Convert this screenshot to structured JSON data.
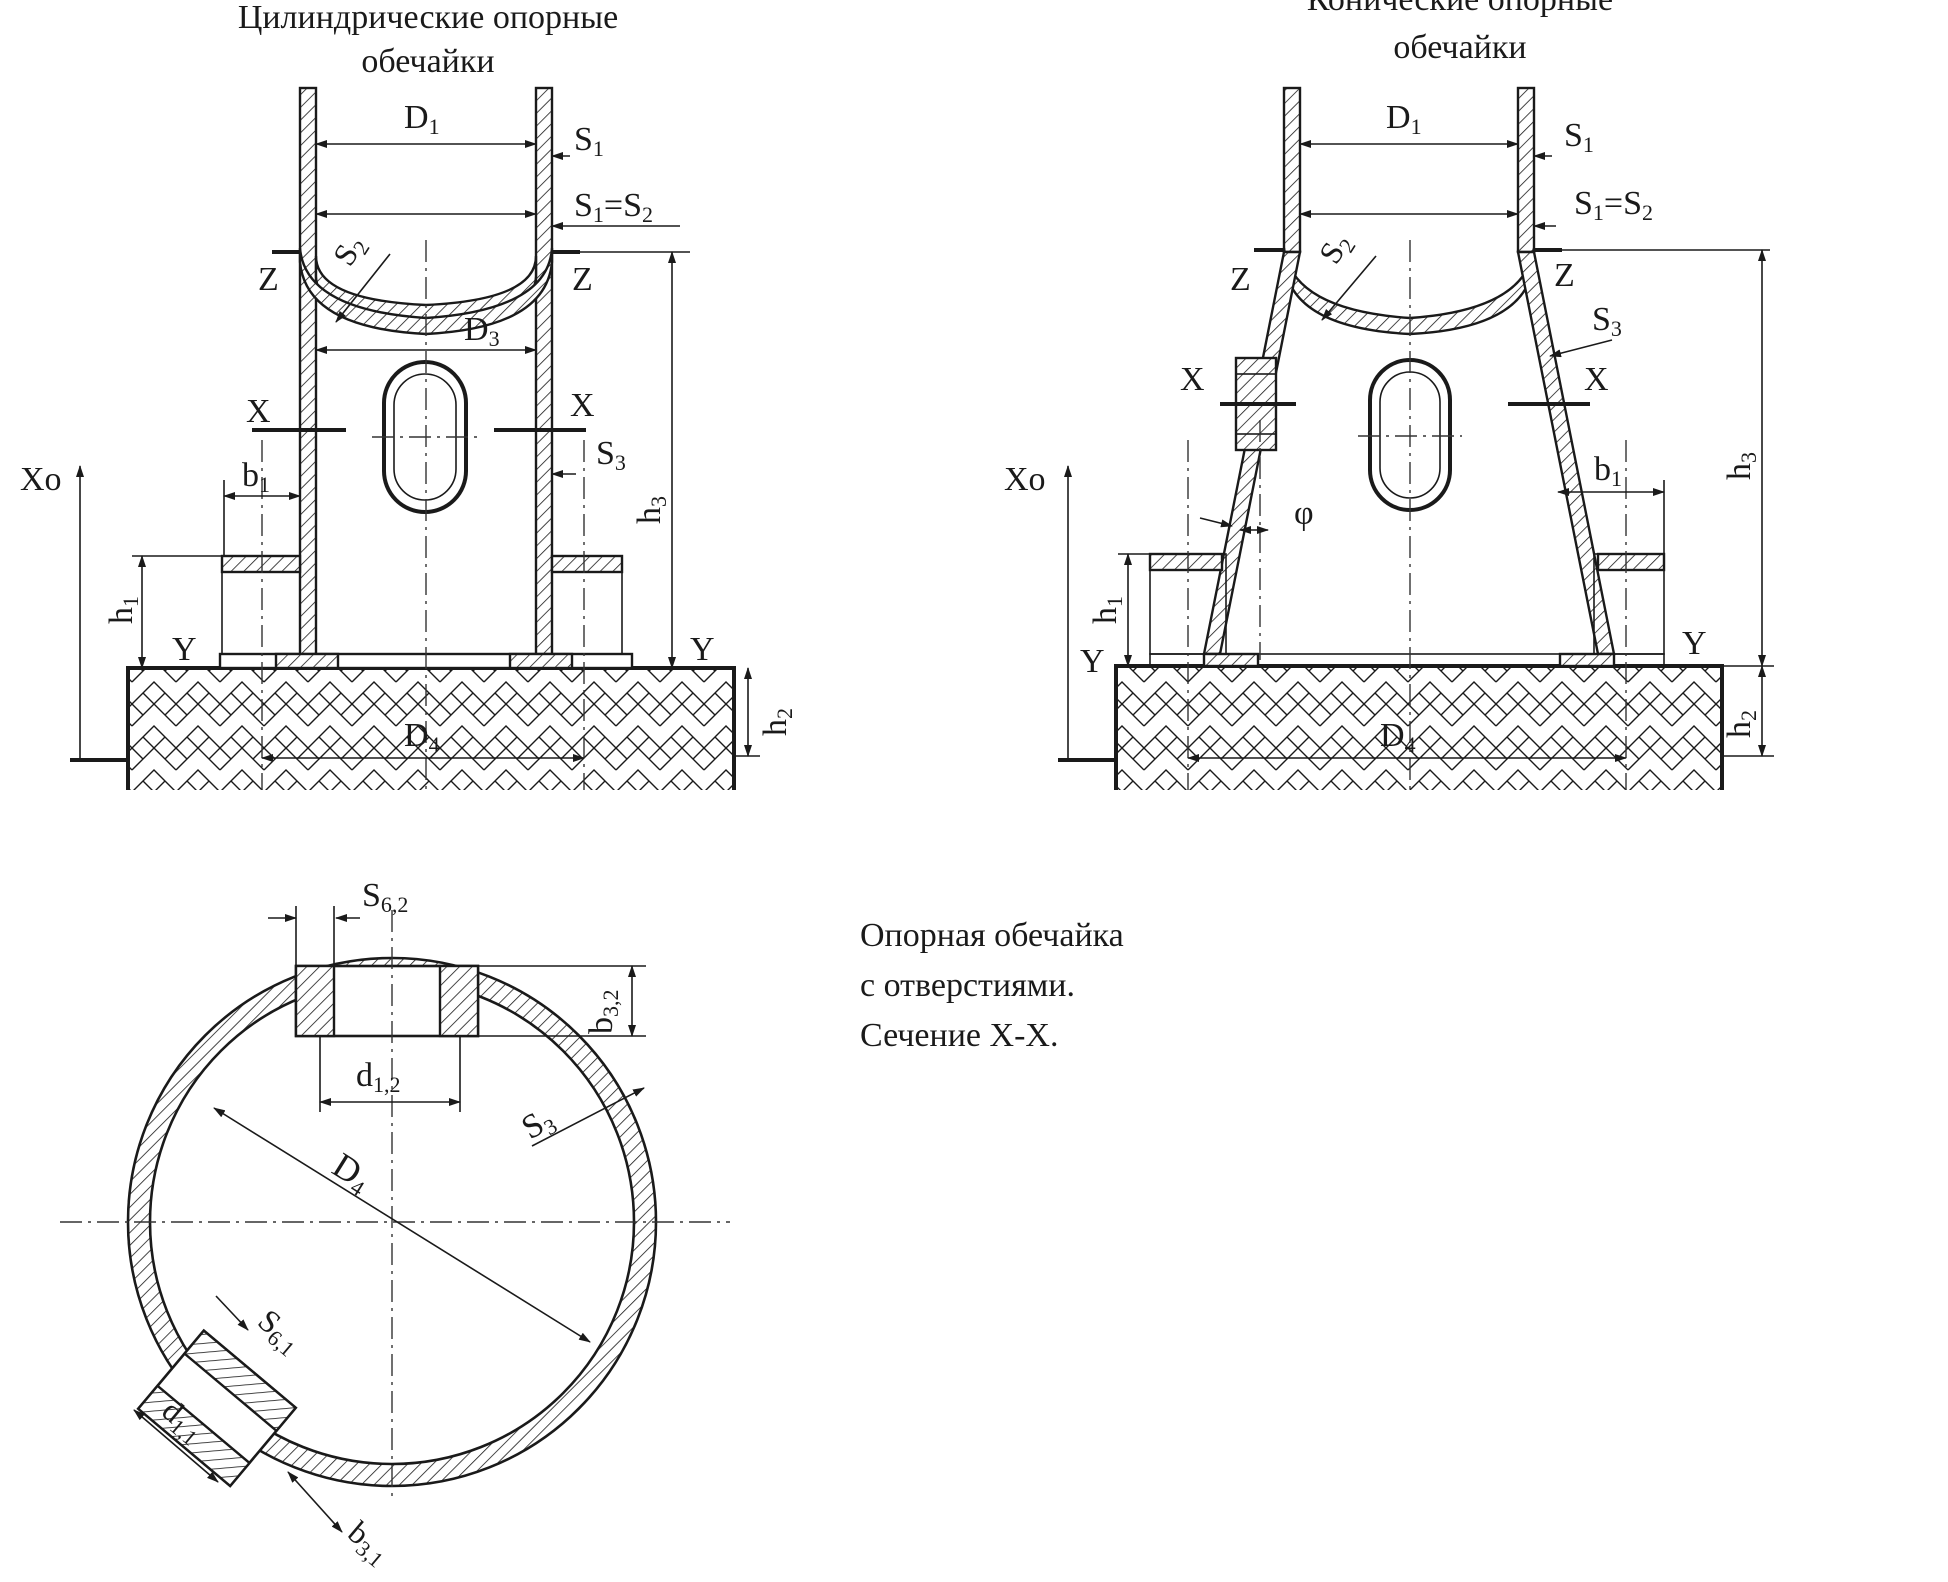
{
  "titles": {
    "cyl_line1": "Цилиндрические опорные",
    "cyl_line2": "обечайки",
    "con_line1": "Конические опорные",
    "con_line2": "обечайки"
  },
  "caption": {
    "line1": "Опорная обечайка",
    "line2": "с отверстиями.",
    "line3": "Сечение Х-Х."
  },
  "labels": {
    "D1": "D",
    "D1_sub": "1",
    "S1": "S",
    "S1_sub": "1",
    "S1eqS2": "S",
    "S1eqS2_sub1": "1",
    "S1eqS2_eq": "=S",
    "S1eqS2_sub2": "2",
    "S2": "S",
    "S2_sub": "2",
    "S3": "S",
    "S3_sub": "3",
    "D3": "D",
    "D3_sub": "3",
    "D4": "D",
    "D4_sub": "4",
    "Z": "Z",
    "X": "X",
    "Y": "Y",
    "Xo": "Xo",
    "b1": "b",
    "b1_sub": "1",
    "h1": "h",
    "h1_sub": "1",
    "h2": "h",
    "h2_sub": "2",
    "h3": "h",
    "h3_sub": "3",
    "phi": "φ",
    "S62": "S",
    "S62_sub": "6,2",
    "b32": "b",
    "b32_sub": "3,2",
    "d12": "d",
    "d12_sub": "1,2",
    "S61": "S",
    "S61_sub": "6,1",
    "d11": "d",
    "d11_sub": "1,1",
    "b31": "b",
    "b31_sub": "3,1"
  }
}
